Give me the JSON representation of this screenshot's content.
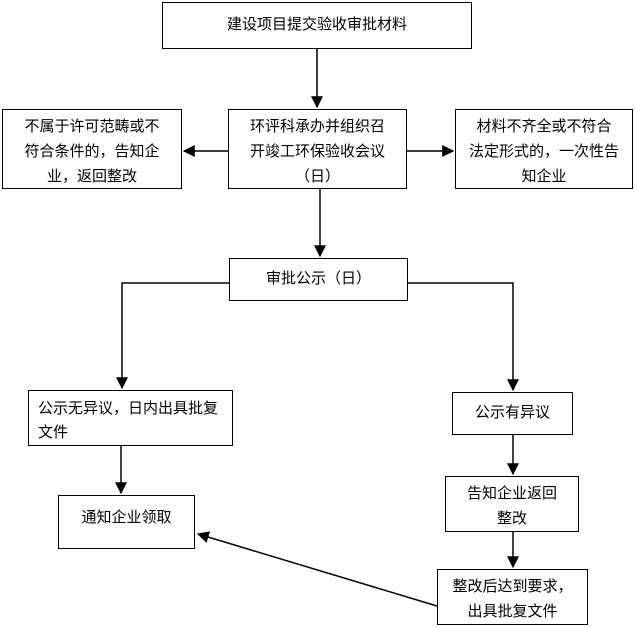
{
  "nodes": {
    "top": "建设项目提交验收审批材料",
    "left_line1": "不属于许可范畴或不",
    "left_line2": "符合条件的，告知企",
    "left_line3": "业，返回整改",
    "center_line1": "环评科承办并组织召",
    "center_line2": "开竣工环保验收会议",
    "center_line3": "（日）",
    "right_line1": "材料不齐全或不符合",
    "right_line2": "法定形式的，一次性告",
    "right_line3": "知企业",
    "publicity": "审批公示（日）",
    "no_objection_line1": "公示无异议，日内出具批复",
    "no_objection_line2": "文件",
    "has_objection": "公示有异议",
    "notify_pickup": "通知企业领取",
    "notify_return_line1": "告知企业返回",
    "notify_return_line2": "整改",
    "after_fix_line1": "整改后达到要求，",
    "after_fix_line2": "出具批复文件"
  }
}
